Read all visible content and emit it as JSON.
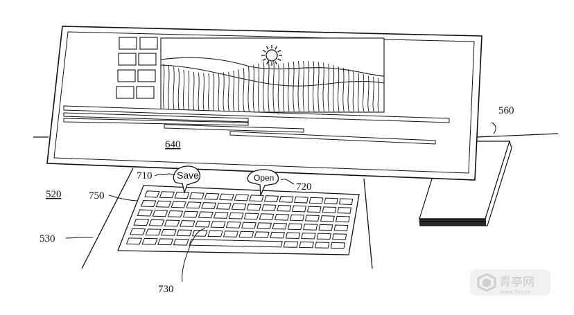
{
  "figure": {
    "labels": {
      "screen": "640",
      "stack": "560",
      "desk_surface": "520",
      "mat": "530",
      "keyboard": "750",
      "save_callout": "710",
      "open_callout": "720",
      "key_callout": "730"
    },
    "bubbles": {
      "save": "Save",
      "open": "Open"
    }
  },
  "watermark": {
    "brand": "青亭网",
    "url": "www.7tin.cn"
  }
}
